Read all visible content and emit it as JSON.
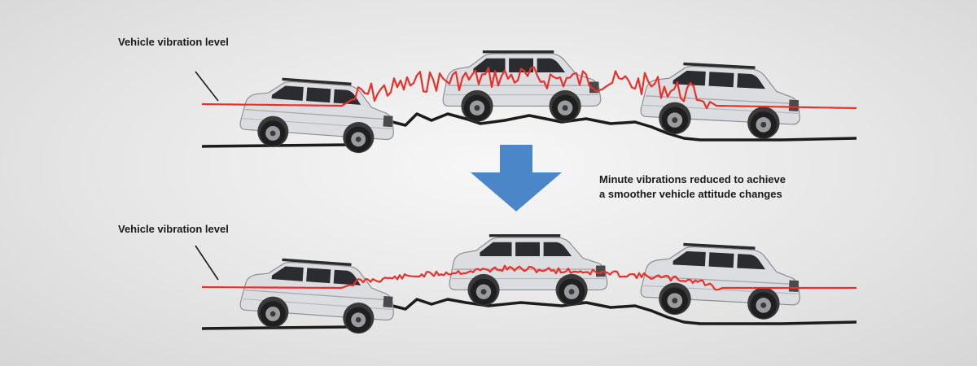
{
  "labels": {
    "top_vibration": "Vehicle vibration level",
    "bottom_vibration": "Vehicle vibration level"
  },
  "caption": {
    "line1": "Minute vibrations reduced to achieve",
    "line2": "a smoother vehicle attitude changes"
  },
  "colors": {
    "vibration_line": "#e8312b",
    "ground": "#1c1c1c",
    "arrow": "#4a86c8",
    "car_body": "#d9dadc",
    "car_dark": "#2a2a2a"
  },
  "icons": {
    "arrow": "down-arrow-icon",
    "vehicle": "suv-vehicle-icon"
  }
}
